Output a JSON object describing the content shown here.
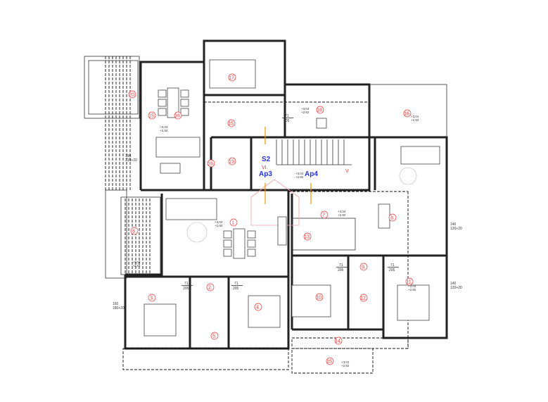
{
  "plan": {
    "stair_label": "S2",
    "stair_roman": "VI.",
    "core_roman": "V.",
    "apartment_left": "Ap3",
    "apartment_right": "Ap4",
    "rooms": [
      "1.",
      "2.",
      "3.",
      "4.",
      "5.",
      "6.",
      "7.",
      "8.",
      "9.",
      "10.",
      "11.",
      "12.",
      "13.",
      "14.",
      "15.",
      "15.",
      "16.",
      "16.",
      "17.",
      "18.",
      "19.",
      "20.",
      "15.",
      "16."
    ],
    "elevations": [
      "+3,04",
      "+2,92",
      "+3,01",
      "+2,92"
    ],
    "door_dims": [
      "71",
      "205"
    ],
    "window_dims": [
      "140",
      "120+20",
      "160",
      "180+20",
      "190",
      "210+20"
    ],
    "colors": {
      "walls": "#222222",
      "room_labels": "#ee3333",
      "apartment_labels": "#2233ee",
      "fire_doors": "#f39200",
      "roof_outline": "#f2a0a0"
    }
  }
}
